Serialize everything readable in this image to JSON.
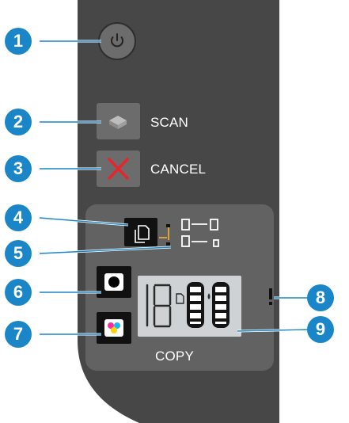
{
  "colors": {
    "panel": "#474747",
    "copy_area": "#626262",
    "button": "#6c6c6c",
    "callout": "#1a86c8",
    "cancel_x": "#e8252a",
    "display_bg": "#cfd2d5"
  },
  "buttons": {
    "power": {
      "icon": "power-icon"
    },
    "scan": {
      "label": "SCAN",
      "icon": "scan-icon"
    },
    "cancel": {
      "label": "CANCEL",
      "icon": "cancel-x-icon"
    },
    "copy_count": {
      "icon": "copies-icon"
    },
    "black_copy": {
      "icon": "black-copy-icon"
    },
    "color_copy": {
      "icon": "color-copy-icon"
    }
  },
  "copy_section": {
    "label": "COPY"
  },
  "callouts": [
    "1",
    "2",
    "3",
    "4",
    "5",
    "6",
    "7",
    "8",
    "9"
  ]
}
